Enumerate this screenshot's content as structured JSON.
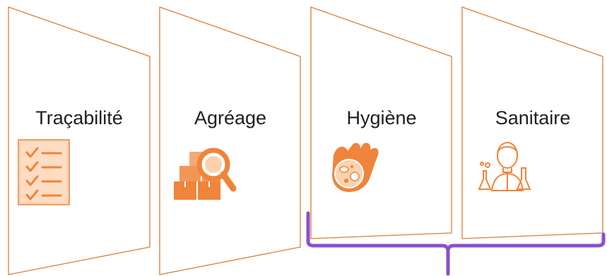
{
  "colors": {
    "panel_stroke": "#d7803a",
    "icon_orange": "#f0843a",
    "icon_light": "#fbd2b0",
    "bracket_purple": "#8a4fd0",
    "text": "#1f1f1f"
  },
  "panels": [
    {
      "label": "Traçabilité",
      "icon": "checklist-icon"
    },
    {
      "label": "Agréage",
      "icon": "boxes-magnifier-icon"
    },
    {
      "label": "Hygiène",
      "icon": "glove-bacteria-icon"
    },
    {
      "label": "Sanitaire",
      "icon": "scientist-icon"
    }
  ]
}
